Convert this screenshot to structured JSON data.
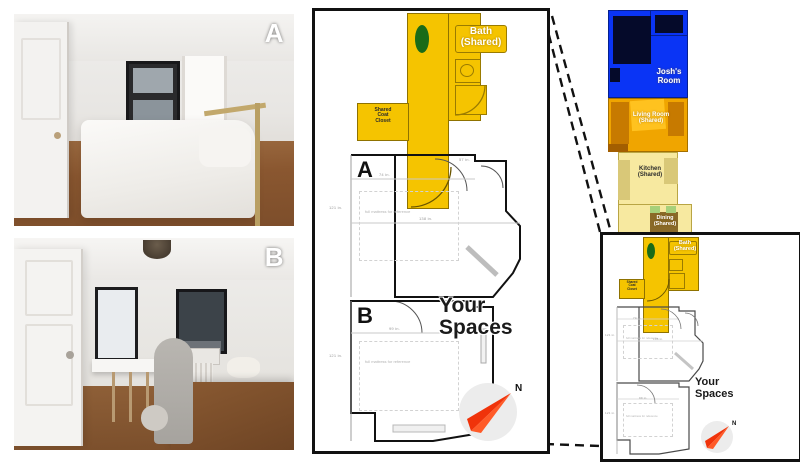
{
  "photos": [
    {
      "label": "A",
      "alt": "bedroom with full bed, window, radiator and hardwood floor"
    },
    {
      "label": "B",
      "alt": "office room with desk, office chair, two windows and hardwood floor"
    }
  ],
  "main_plan": {
    "title": "Your Spaces",
    "rooms": [
      {
        "id": "A",
        "letter": "A",
        "width_label": "74 in.",
        "height_label": "121 in.",
        "mid_label": "138 in.",
        "mattress_note": "full mattress for reference"
      },
      {
        "id": "B",
        "letter": "B",
        "width_label": "99 in.",
        "height_label": "121 in.",
        "mattress_note": "full mattress for reference"
      }
    ],
    "hall_label": "57 in.",
    "zones": [
      {
        "name": "Bath (Shared)",
        "lines": [
          "Bath",
          "(Shared)"
        ],
        "color": "#F5C400"
      },
      {
        "name": "Shared Coat Closet",
        "lines": [
          "Shared",
          "Coat",
          "Closet"
        ],
        "color": "#F5C400"
      }
    ],
    "compass": {
      "north_label": "N",
      "needle_color": "#F0330A",
      "dial_color": "#ECECEC"
    }
  },
  "overview_plan": {
    "zones": [
      {
        "name": "Josh's Room",
        "lines": [
          "Josh's",
          "Room"
        ],
        "color": "#0A34F5",
        "text_color": "#FFFFFF"
      },
      {
        "name": "Living Room (Shared)",
        "lines": [
          "Living Room",
          "(Shared)"
        ],
        "color": "#F0A500",
        "text_color": "#FFFFFF"
      },
      {
        "name": "Kitchen (Shared)",
        "lines": [
          "Kitchen",
          "(Shared)"
        ],
        "color": "#F7E9A0",
        "text_color": "#2B2B2B"
      },
      {
        "name": "Dining (Shared)",
        "lines": [
          "Dining",
          "(Shared)"
        ],
        "color": "#F7E9A0",
        "text_color": "#FFFFFF"
      },
      {
        "name": "Bath (Shared)",
        "lines": [
          "Bath",
          "(Shared)"
        ],
        "color": "#F5C400",
        "text_color": "#FFFFFF"
      }
    ]
  },
  "inset_plan": {
    "title": "Your Spaces",
    "zone_bath": "Bath (Shared)",
    "zone_closet": "Shared Coat Closet",
    "compass": {
      "north_label": "N"
    }
  },
  "colors": {
    "frame": "#111111",
    "gold": "#F5C400",
    "blue": "#0A34F5",
    "orange": "#F0A500",
    "pale_yellow": "#F7E9A0",
    "red": "#F0330A"
  }
}
